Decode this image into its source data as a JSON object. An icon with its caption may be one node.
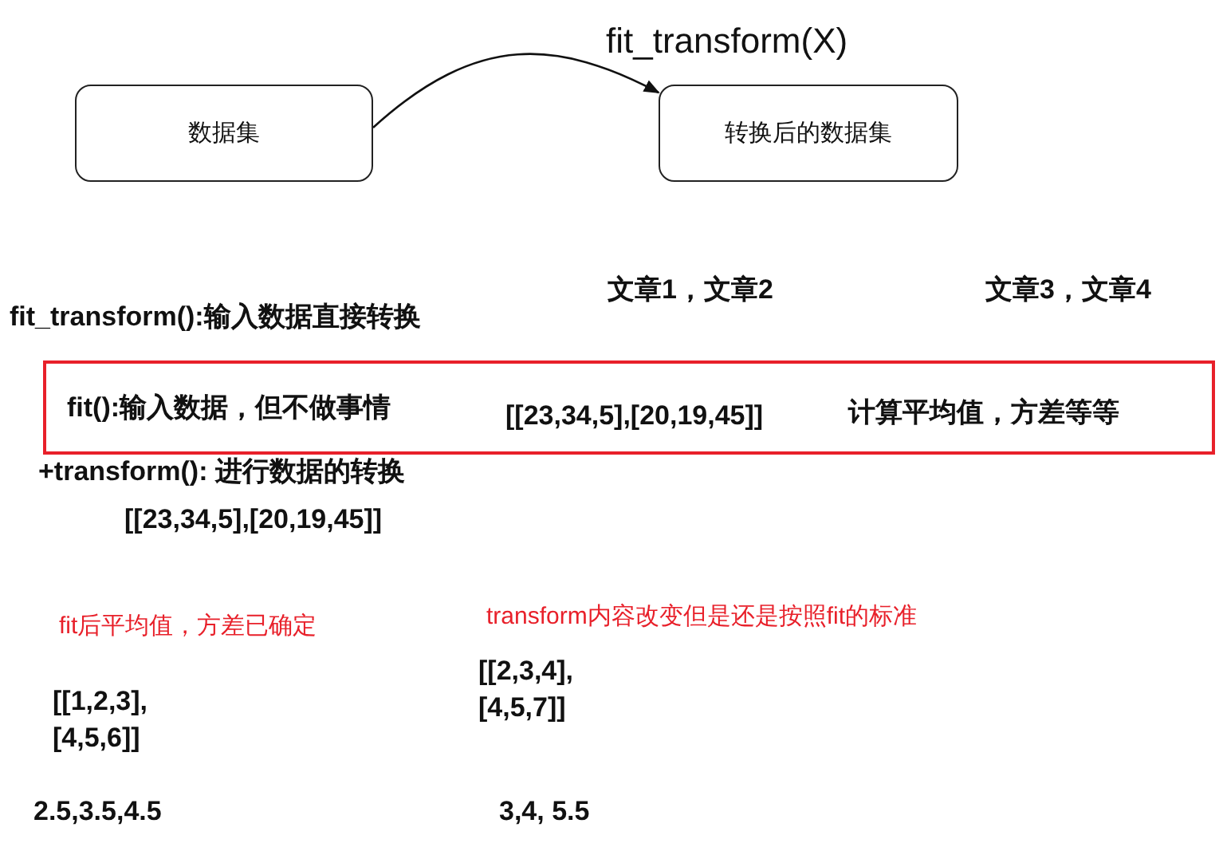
{
  "diagram": {
    "nodes": [
      {
        "text": [
          "数据集"
        ]
      },
      {
        "text": [
          "转换后的数据集"
        ]
      },
      {
        "text": [
          "fit():输入数据，但不做事情",
          "[[23,34,5],[20,19,45]]",
          "计算平均值，方差等等"
        ]
      }
    ],
    "edges": [
      {
        "from": 0,
        "to": 1,
        "arrow": "to",
        "label": "fit_transform(X)"
      }
    ],
    "labels": [
      "文章1，文章2",
      "文章3，文章4",
      "fit_transform():输入数据直接转换",
      "+transform(): 进行数据的转换",
      "[[23,34,5],[20,19,45]]",
      "fit后平均值，方差已确定",
      "transform内容改变但是还是按照fit的标准",
      "[[2,3,4], [4,5,7]]",
      "[[1,2,3], [4,5,6]]",
      "2.5,3.5,4.5",
      "3,4, 5.5"
    ]
  }
}
